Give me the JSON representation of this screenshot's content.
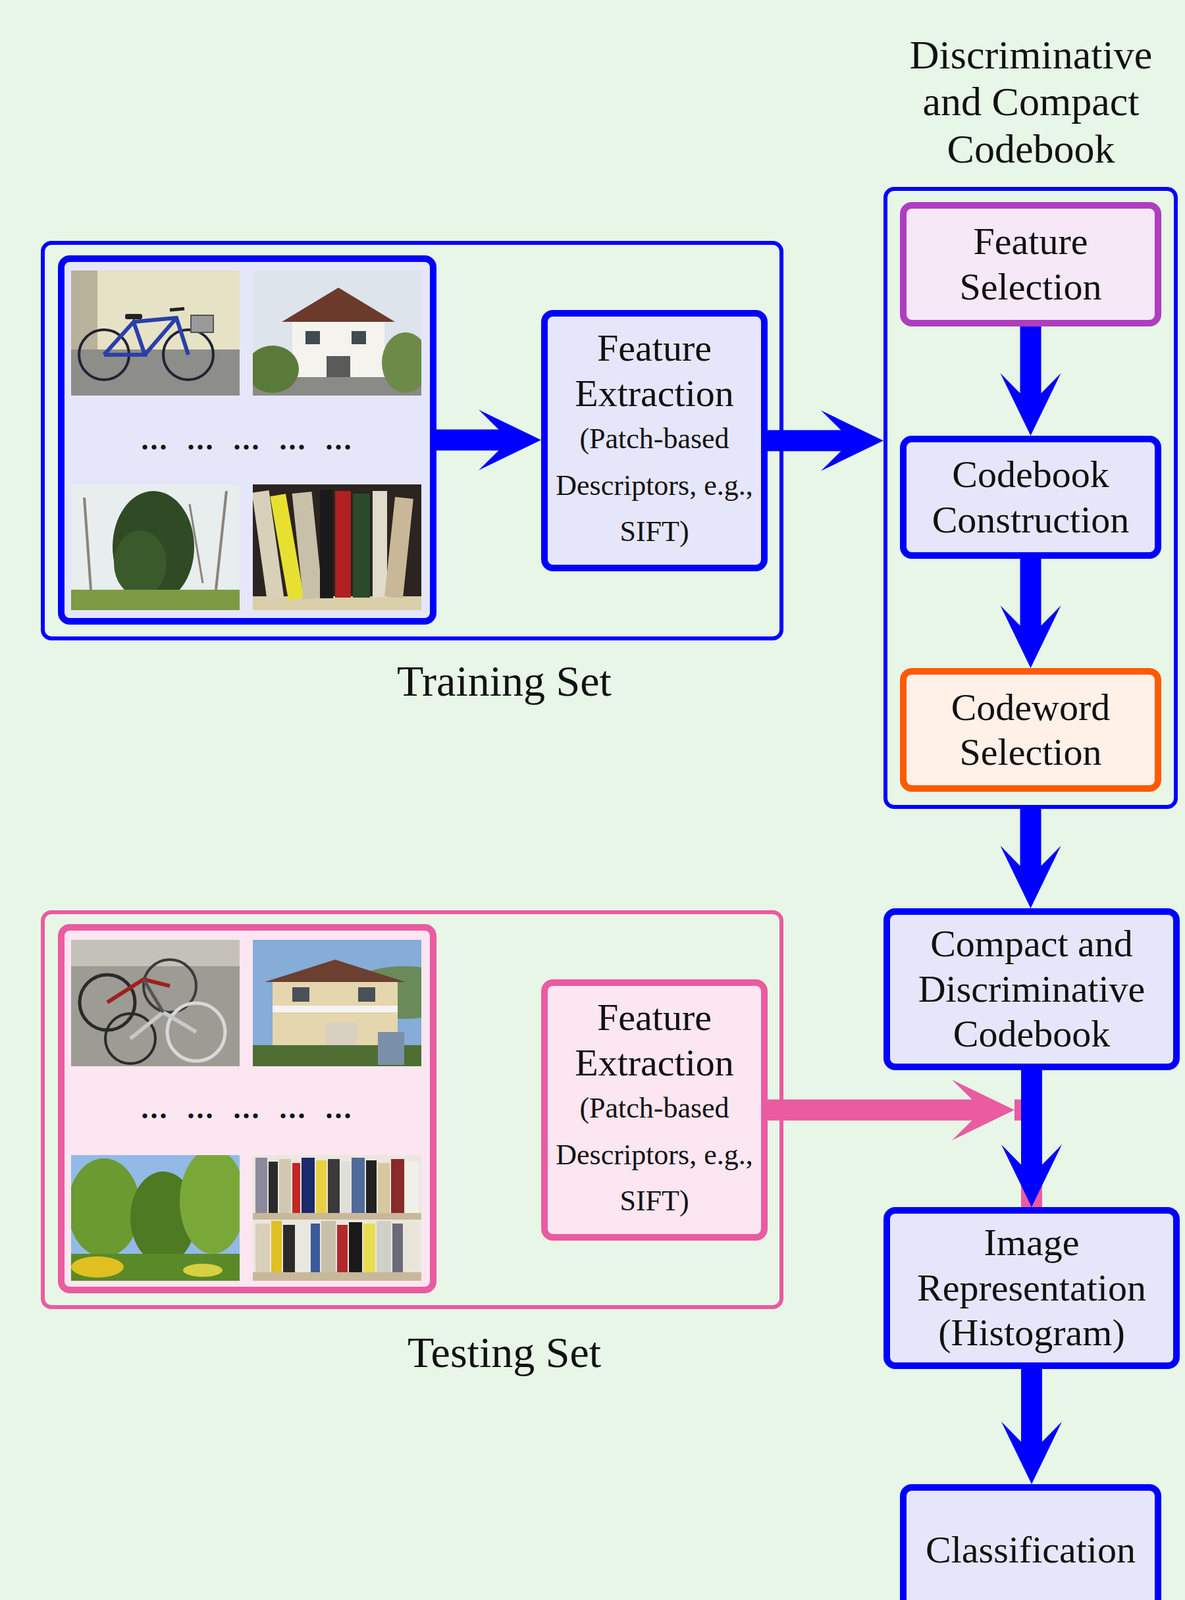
{
  "diagram": {
    "nodes": [
      {
        "text": [
          "Training Set"
        ]
      },
      {
        "text": [
          "... ... ... ... ..."
        ],
        "in": 0
      },
      {
        "text": [
          "Feature Extraction",
          "(Patch-based Descriptors, e.g., SIFT)"
        ],
        "in": 0
      },
      {
        "text": [
          "Discriminative and Compact Codebook"
        ]
      },
      {
        "text": [
          "Feature Selection"
        ],
        "in": 3
      },
      {
        "text": [
          "Codebook Construction"
        ],
        "in": 3
      },
      {
        "text": [
          "Codeword Selection"
        ],
        "in": 3
      },
      {
        "text": [
          "Compact and Discriminative Codebook"
        ]
      },
      {
        "text": [
          "Testing Set"
        ]
      },
      {
        "text": [
          "... ... ... ... ..."
        ],
        "in": 8
      },
      {
        "text": [
          "Feature Extraction",
          "(Patch-based Descriptors, e.g., SIFT)"
        ],
        "in": 8
      },
      {
        "text": [
          "Image Representation (Histogram)"
        ]
      },
      {
        "text": [
          "Classification"
        ]
      }
    ],
    "edges": [
      {
        "from": 1,
        "to": 2,
        "arrow": "to"
      },
      {
        "from": 2,
        "to": 3,
        "arrow": "to"
      },
      {
        "from": 4,
        "to": 5,
        "arrow": "to"
      },
      {
        "from": 5,
        "to": 6,
        "arrow": "to"
      },
      {
        "from": 3,
        "to": 7,
        "arrow": "to"
      },
      {
        "from": 7,
        "to": 11,
        "arrow": "to"
      },
      {
        "from": 10,
        "to": 11,
        "arrow": "to"
      },
      {
        "from": 11,
        "to": 12,
        "arrow": "to"
      }
    ]
  }
}
